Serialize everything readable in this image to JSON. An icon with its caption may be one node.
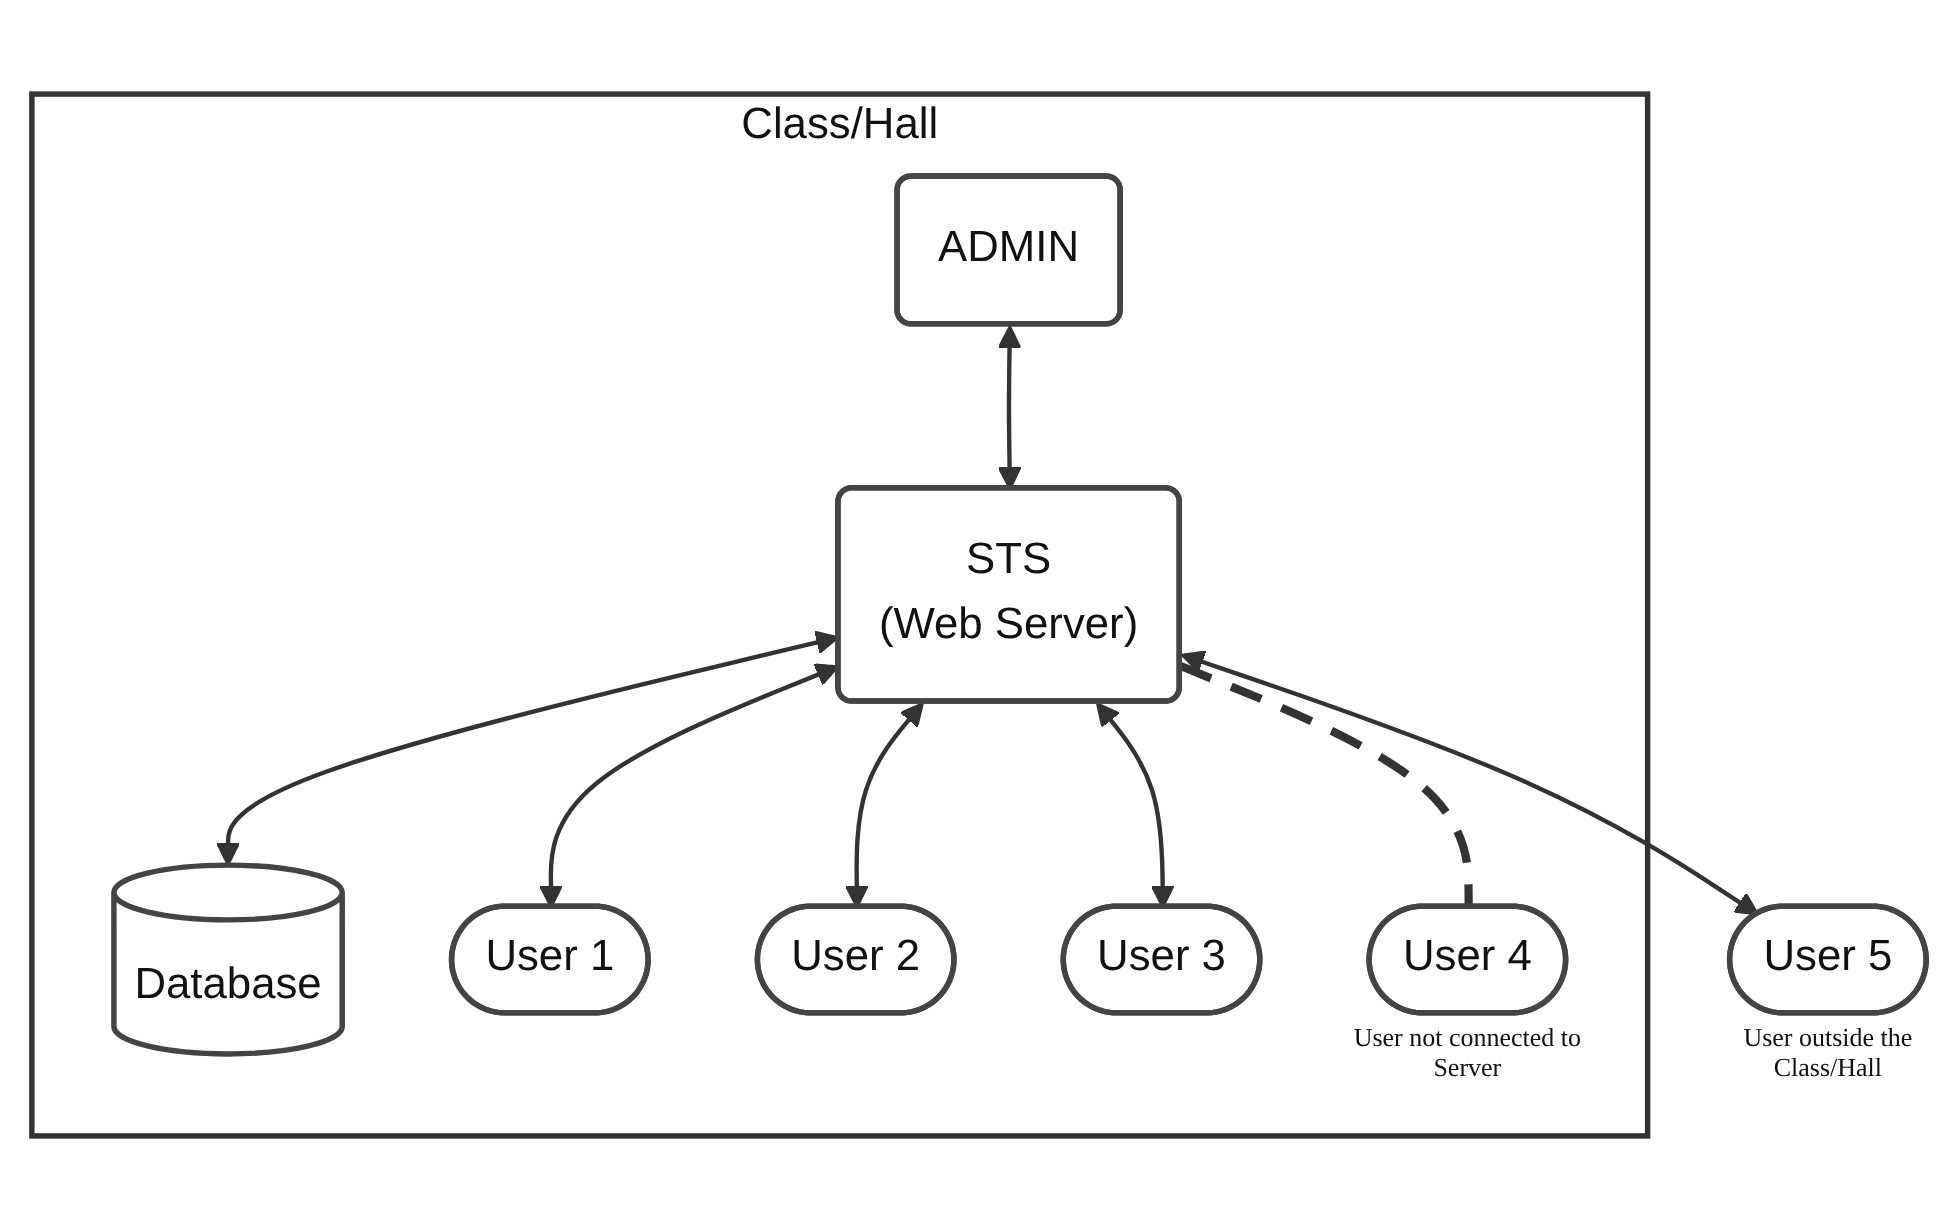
{
  "diagram": {
    "nodes": [
      {
        "text": [
          "Class/Hall"
        ]
      },
      {
        "text": [
          "ADMIN"
        ],
        "in": 0
      },
      {
        "text": [
          "STS",
          "(Web Server)"
        ],
        "in": 0
      },
      {
        "text": [
          "Database"
        ],
        "in": 0
      },
      {
        "text": [
          "User 5"
        ],
        "beside": [
          "User outside the Class/Hall"
        ]
      },
      {
        "text": [
          "User 1"
        ],
        "in": 0
      },
      {
        "text": [
          "User 2"
        ],
        "in": 0
      },
      {
        "text": [
          "User 3"
        ],
        "in": 0
      },
      {
        "text": [
          "User 4"
        ],
        "in": 0,
        "beside": [
          "User not connected to Server"
        ]
      }
    ],
    "edges": [
      {
        "from": 1,
        "to": 2,
        "arrow": "both"
      },
      {
        "from": 2,
        "to": 3,
        "arrow": "both"
      },
      {
        "from": 2,
        "to": 4,
        "arrow": "both"
      },
      {
        "from": 2,
        "to": 5,
        "arrow": "both"
      },
      {
        "from": 2,
        "to": 6,
        "arrow": "both"
      },
      {
        "from": 2,
        "to": 7,
        "arrow": "both"
      },
      {
        "from": 2,
        "to": 8,
        "arrow": "none",
        "style": "dashed"
      }
    ]
  }
}
